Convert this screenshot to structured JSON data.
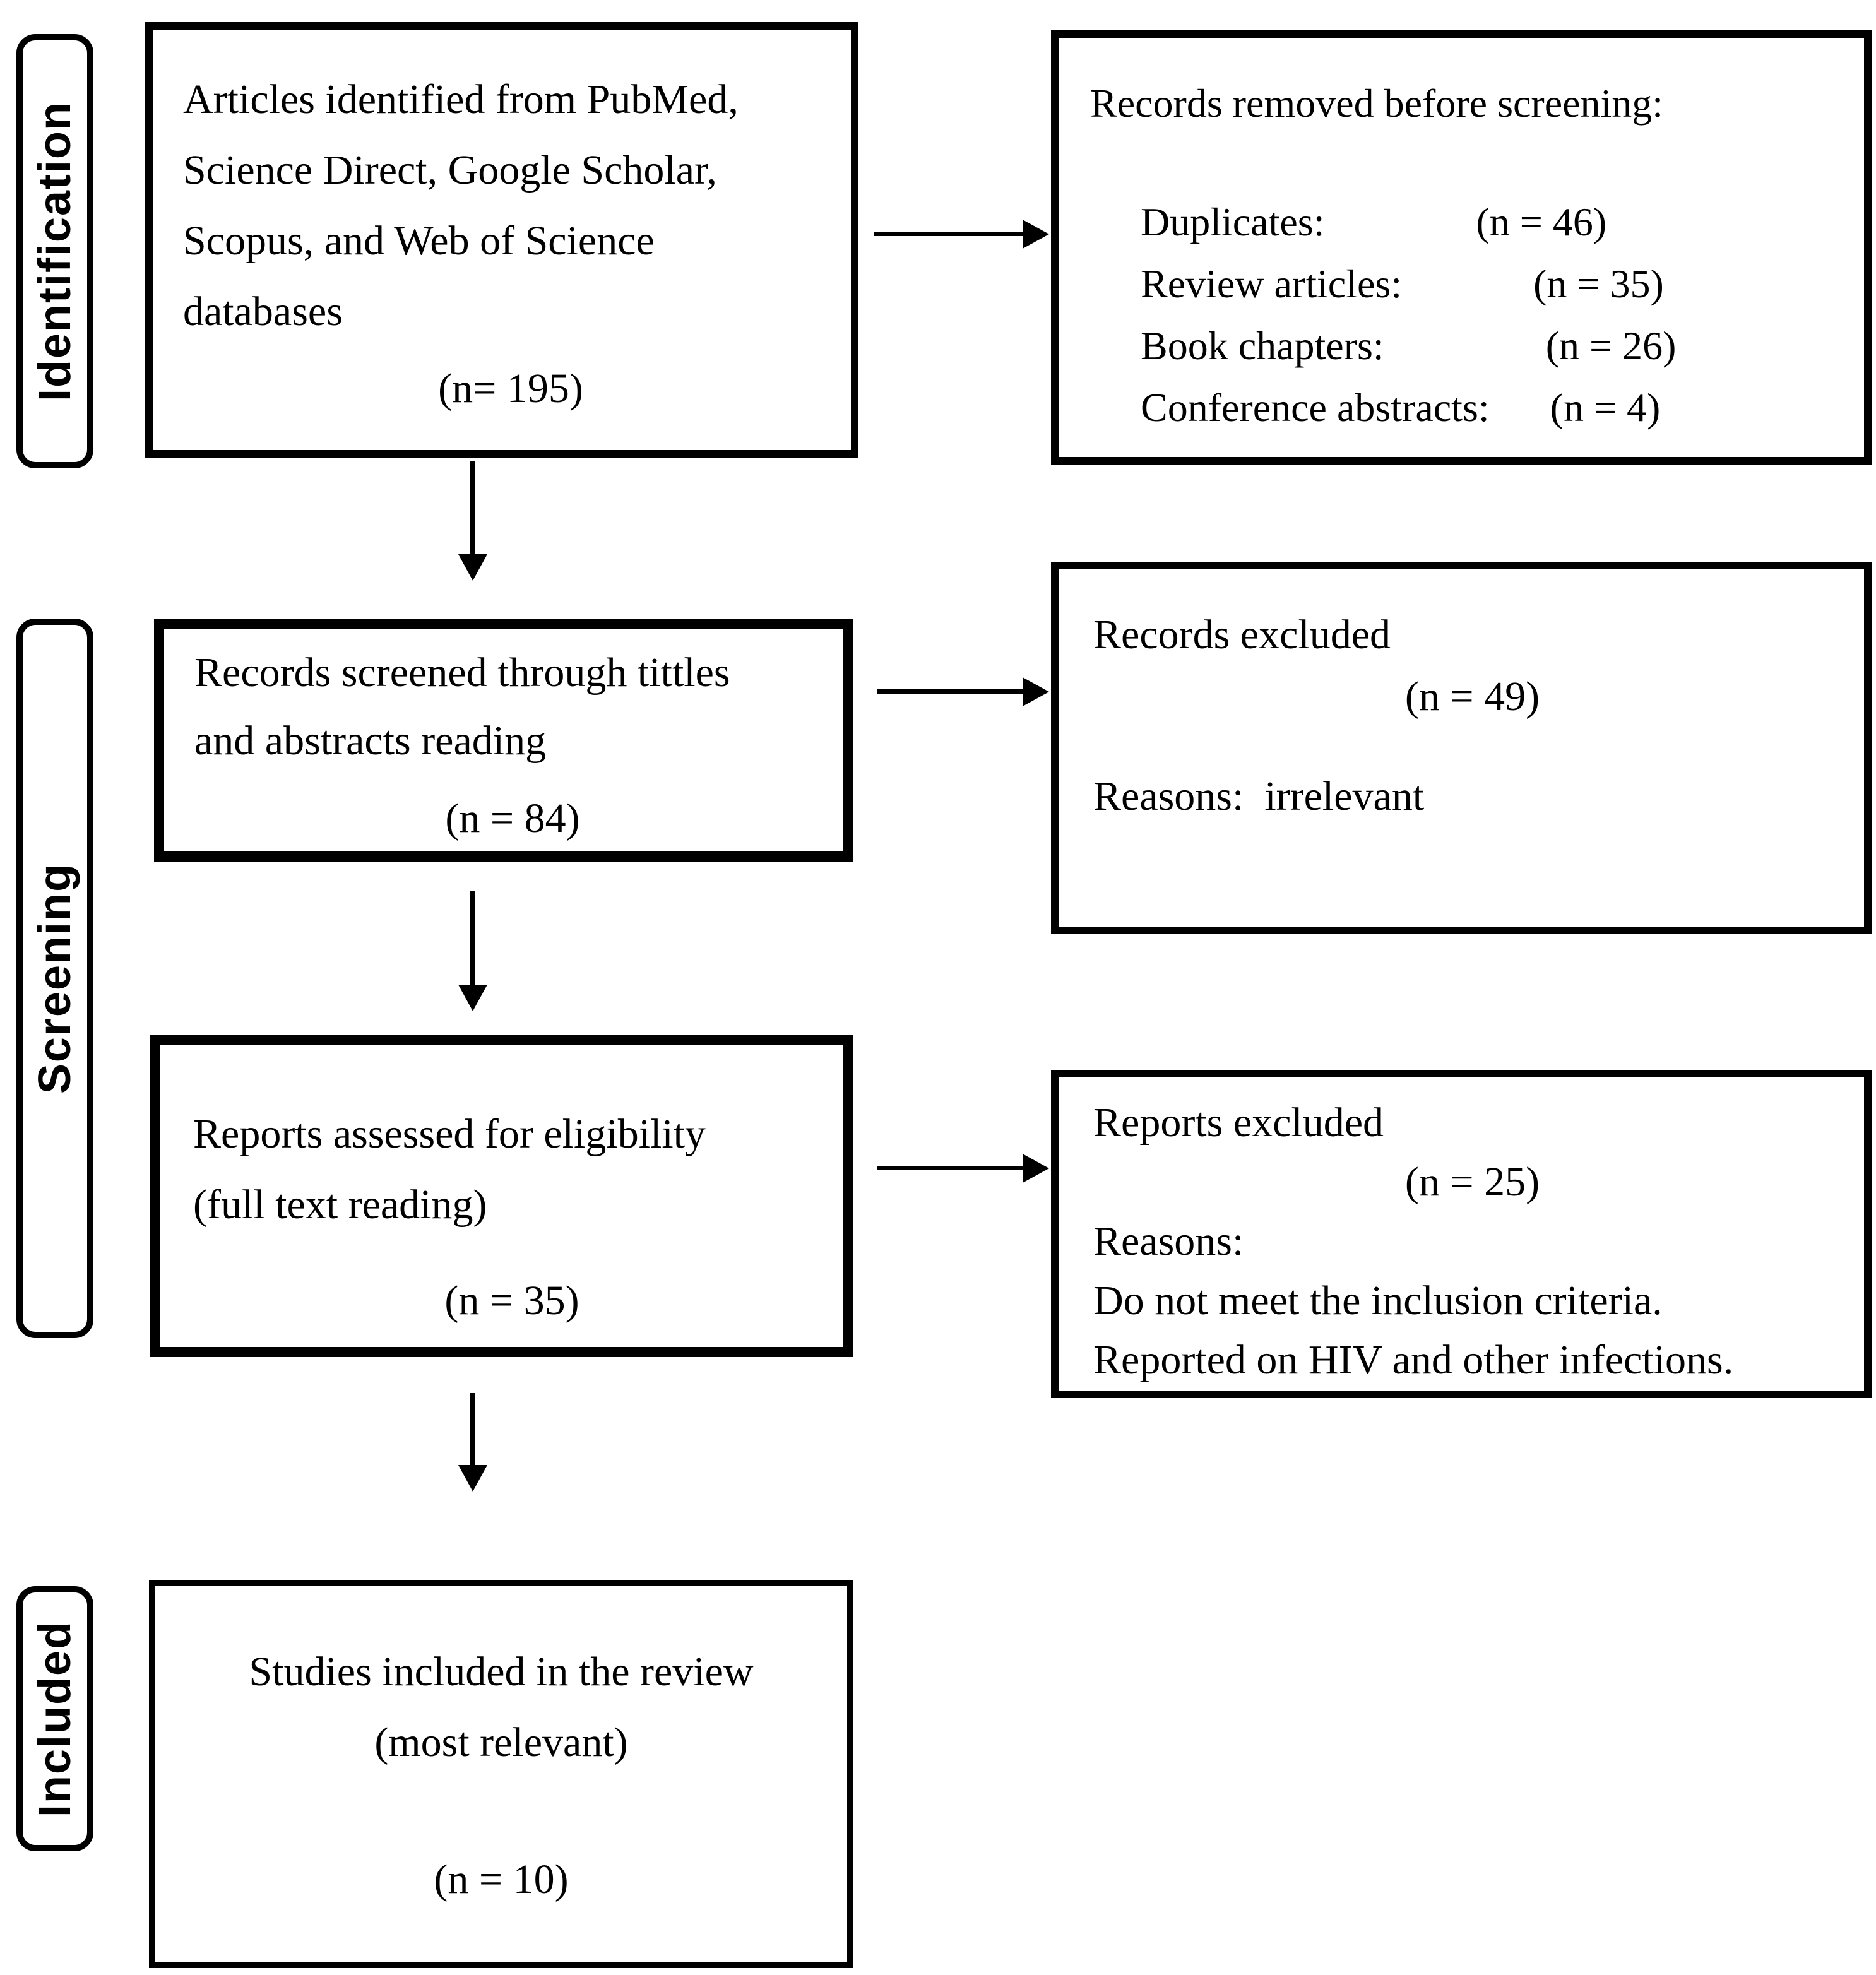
{
  "colors": {
    "ink": "#000000",
    "background": "#ffffff"
  },
  "stages": {
    "identification": "Identification",
    "screening": "Screening",
    "included": "Included"
  },
  "boxes": {
    "identified": {
      "lines": [
        "Articles identified from PubMed,",
        "Science Direct, Google Scholar,",
        "Scopus, and Web of Science",
        "databases"
      ],
      "count": "(n= 195)"
    },
    "removed_before_screening": {
      "title": "Records removed before screening:",
      "items": [
        "Duplicates:               (n = 46)",
        "Review articles:             (n = 35)",
        "Book chapters:                (n = 26)",
        "Conference abstracts:      (n = 4)"
      ]
    },
    "screened": {
      "lines": [
        "Records screened through tittles",
        "and abstracts reading"
      ],
      "count": "(n = 84)"
    },
    "records_excluded": {
      "title": "Records excluded",
      "count": "(n = 49)",
      "reasons": "Reasons:  irrelevant"
    },
    "assessed": {
      "lines": [
        "Reports assessed for eligibility",
        "(full text reading)"
      ],
      "count": "(n = 35)"
    },
    "reports_excluded": {
      "title": "Reports excluded",
      "count": "(n = 25)",
      "reasons_title": "Reasons:",
      "reasons": [
        "Do not meet the inclusion criteria.",
        "Reported on HIV and other infections."
      ]
    },
    "included_in_review": {
      "lines": [
        "Studies included in the review",
        "(most relevant)"
      ],
      "count": "(n = 10)"
    }
  }
}
